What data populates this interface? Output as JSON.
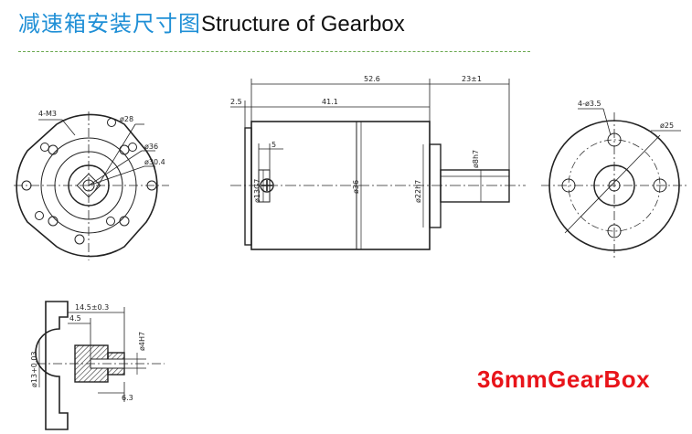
{
  "header": {
    "title_cn": "减速箱安装尺寸图",
    "title_en": "Structure of Gearbox",
    "accent_color": "#1f8fd6",
    "rule_color": "#6aa84f"
  },
  "front_view": {
    "label_holes": "4-M3",
    "label_d28": "ø28",
    "label_d36": "ø36",
    "label_d304": "ø30.4"
  },
  "side_view": {
    "dim_total": "52.6",
    "dim_shaft": "23±1",
    "dim_body": "41.1",
    "dim_flange": "2.5",
    "dim_5": "5",
    "dim_d13": "ø13G7",
    "dim_d36": "ø36",
    "dim_d22": "ø22h7",
    "dim_d8": "ø8h7"
  },
  "rear_view": {
    "label_holes": "4-ø3.5",
    "label_d25": "ø25"
  },
  "detail_view": {
    "dim_145": "14.5±0.3",
    "dim_45": "4.5",
    "dim_d13": "ø13+0.03",
    "dim_d4": "ø4H7",
    "dim_63": "6.3"
  },
  "product_label": {
    "text": "36mmGearBox",
    "color": "#e8141a"
  }
}
